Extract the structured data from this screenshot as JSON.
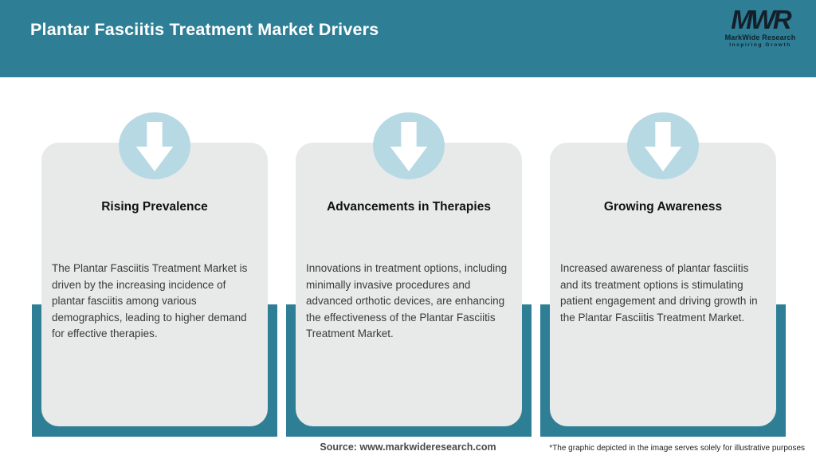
{
  "header": {
    "title": "Plantar Fasciitis Treatment Market Drivers",
    "logo": {
      "monogram": "MWR",
      "name": "MarkWide Research",
      "tagline": "Inspiring Growth"
    }
  },
  "cards": [
    {
      "icon": "arrow-down",
      "title": "Rising Prevalence",
      "body": "The Plantar Fasciitis Treatment Market is driven by the increasing incidence of plantar fasciitis among various demographics, leading to higher demand for effective therapies."
    },
    {
      "icon": "arrow-down",
      "title": "Advancements in Therapies",
      "body": "Innovations in treatment options, including minimally invasive procedures and advanced orthotic devices, are enhancing the effectiveness of the Plantar Fasciitis Treatment Market."
    },
    {
      "icon": "arrow-down",
      "title": "Growing Awareness",
      "body": "Increased awareness of plantar fasciitis and its treatment options is stimulating patient engagement and driving growth in the Plantar Fasciitis Treatment Market."
    }
  ],
  "footer": {
    "source": "Source: www.markwideresearch.com",
    "disclaimer": "*The graphic depicted in the image serves solely for illustrative purposes"
  },
  "colors": {
    "header_bg": "#2e7f96",
    "panel_teal": "#2e7f96",
    "circle_blue": "#b7d9e4",
    "card_bg": "#e8eaea",
    "header_text": "#ffffff",
    "logo_text": "#13202b",
    "card_title_text": "#111111",
    "card_body_text": "#3a3a3a",
    "source_text": "#4a4a4a",
    "disclaimer_text": "#1f1f1f"
  }
}
